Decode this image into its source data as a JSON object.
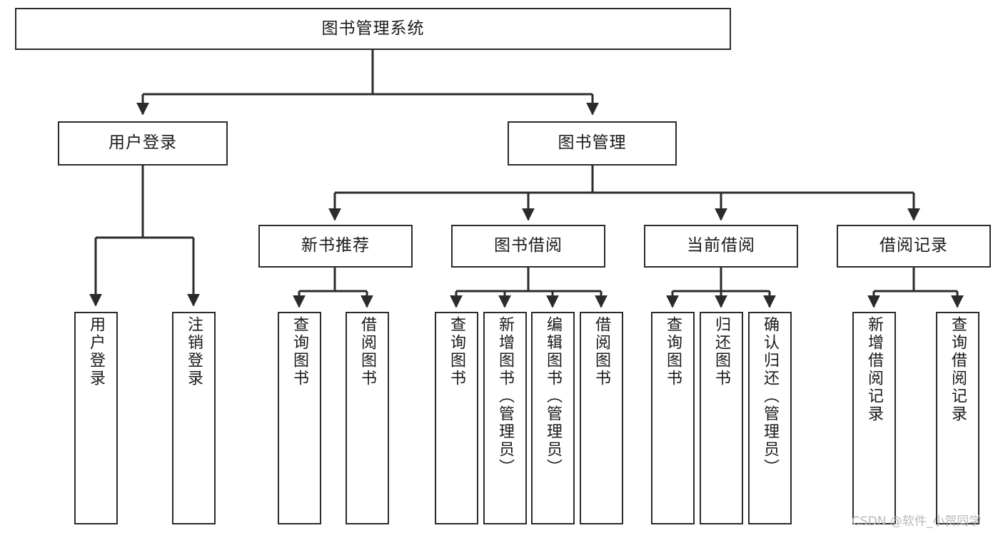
{
  "diagram": {
    "title": "图书管理系统",
    "type": "tree-hierarchy-diagram",
    "colors": {
      "box_border": "#2b2b2b",
      "box_fill": "#ffffff",
      "edge": "#2b2b2b",
      "text": "#1a1a1a",
      "watermark": "#b9b9b9",
      "background": "#ffffff"
    },
    "root": {
      "label": "图书管理系统"
    },
    "level2": [
      {
        "label": "用户登录"
      },
      {
        "label": "图书管理"
      }
    ],
    "level3": [
      {
        "label": "新书推荐"
      },
      {
        "label": "图书借阅"
      },
      {
        "label": "当前借阅"
      },
      {
        "label": "借阅记录"
      }
    ],
    "leaves": {
      "user_login": [
        {
          "label": "用户登录"
        },
        {
          "label": "注销登录"
        }
      ],
      "new_book": [
        {
          "label": "查询图书"
        },
        {
          "label": "借阅图书"
        }
      ],
      "book_borrow": [
        {
          "label": "查询图书"
        },
        {
          "label": "新增图书（管理员）"
        },
        {
          "label": "编辑图书（管理员）"
        },
        {
          "label": "借阅图书"
        }
      ],
      "current_borrow": [
        {
          "label": "查询图书"
        },
        {
          "label": "归还图书"
        },
        {
          "label": "确认归还（管理员）"
        }
      ],
      "borrow_record": [
        {
          "label": "新增借阅记录"
        },
        {
          "label": "查询借阅记录"
        }
      ]
    }
  },
  "watermark": {
    "text": "CSDN @软件_小贺同学"
  }
}
